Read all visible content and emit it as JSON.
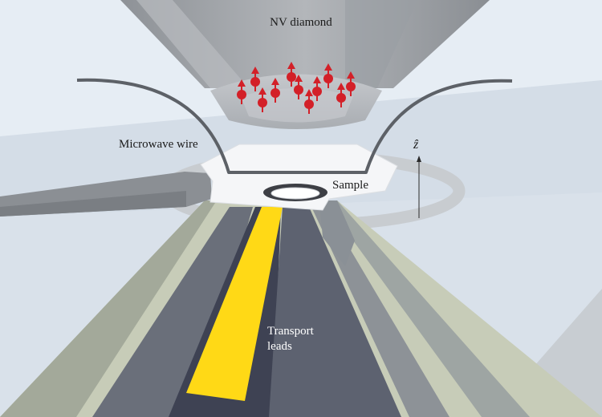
{
  "labels": {
    "nv_diamond": "NV diamond",
    "microwave_wire": "Microwave wire",
    "sample": "Sample",
    "z_axis": "ẑ",
    "transport_line1": "Transport",
    "transport_line2": "leads"
  },
  "colors": {
    "background": "#e6edf4",
    "diamond": "#a4a8ad",
    "spin": "#d32028",
    "wire": "#5d6167",
    "lead_yellow": "#ffd916",
    "lead_dark": "#5d6270",
    "substrate": "#c7ccb8"
  },
  "spin_count": 11
}
